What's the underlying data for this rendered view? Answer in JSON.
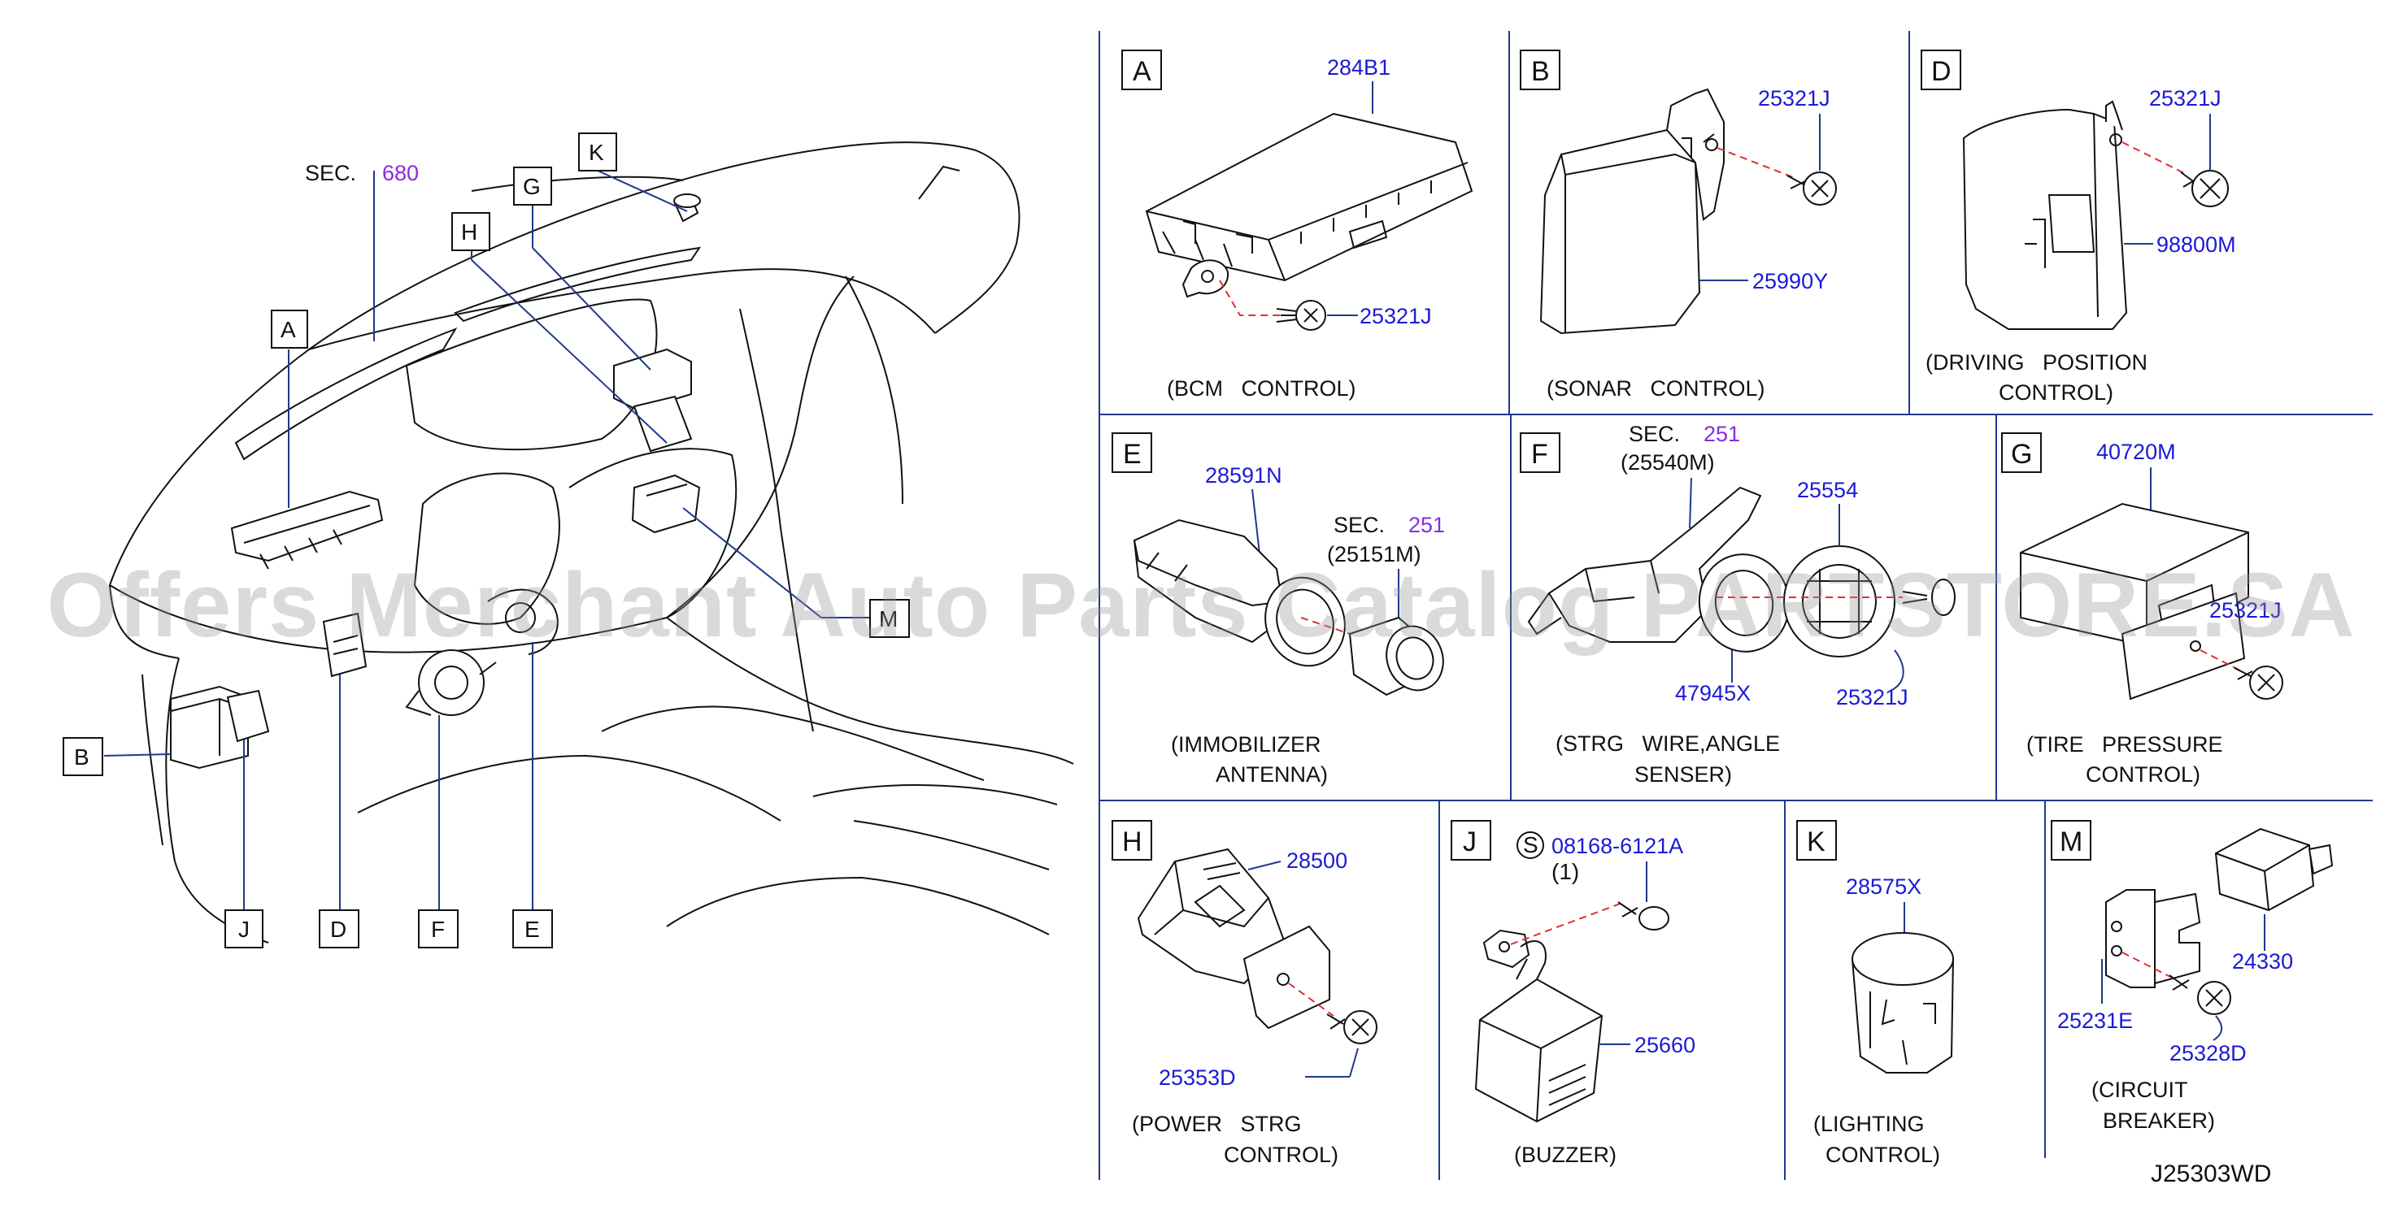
{
  "overview": {
    "sec_prefix": "SEC.",
    "sec_number": "680",
    "callouts": [
      "A",
      "B",
      "D",
      "E",
      "F",
      "G",
      "H",
      "J",
      "K",
      "M"
    ]
  },
  "panels": {
    "A": {
      "letter": "A",
      "parts": [
        "284B1",
        "25321J"
      ],
      "caption": "(BCM   CONTROL)"
    },
    "B": {
      "letter": "B",
      "parts": [
        "25321J",
        "25990Y"
      ],
      "caption": "(SONAR   CONTROL)"
    },
    "D": {
      "letter": "D",
      "parts": [
        "25321J",
        "98800M"
      ],
      "caption_lines": [
        "(DRIVING   POSITION",
        "CONTROL)"
      ]
    },
    "E": {
      "letter": "E",
      "parts": [
        "28591N"
      ],
      "sec_prefix": "SEC.",
      "sec_number": "251",
      "sec_ref": "(25151M)",
      "caption_lines": [
        "(IMMOBILIZER",
        "ANTENNA)"
      ]
    },
    "F": {
      "letter": "F",
      "parts": [
        "25554",
        "47945X",
        "25321J"
      ],
      "sec_prefix": "SEC.",
      "sec_number": "251",
      "sec_ref": "(25540M)",
      "caption_lines": [
        "(STRG   WIRE,ANGLE",
        "SENSER)"
      ]
    },
    "G": {
      "letter": "G",
      "parts": [
        "40720M",
        "25321J"
      ],
      "caption_lines": [
        "(TIRE   PRESSURE",
        "CONTROL)"
      ]
    },
    "H": {
      "letter": "H",
      "parts": [
        "28500",
        "25353D"
      ],
      "caption_lines": [
        "(POWER   STRG",
        "CONTROL)"
      ]
    },
    "J": {
      "letter": "J",
      "screw_symbol": "S",
      "parts": [
        "08168-6121A",
        "25660"
      ],
      "qty": "(1)",
      "caption": "(BUZZER)"
    },
    "K": {
      "letter": "K",
      "parts": [
        "28575X"
      ],
      "caption_lines": [
        "(LIGHTING",
        "CONTROL)"
      ]
    },
    "M": {
      "letter": "M",
      "parts": [
        "24330",
        "25231E",
        "25328D"
      ],
      "caption_lines": [
        "(CIRCUIT",
        "BREAKER)"
      ]
    }
  },
  "drawing_code": "J25303WD",
  "watermark": "Offers Merchant Auto Parts Catalog PARTSTORE.SA",
  "colors": {
    "part_number": "#1a1ad6",
    "section_number": "#8a2be2",
    "leader": "#1e3a8a",
    "dashed": "#e03030"
  }
}
